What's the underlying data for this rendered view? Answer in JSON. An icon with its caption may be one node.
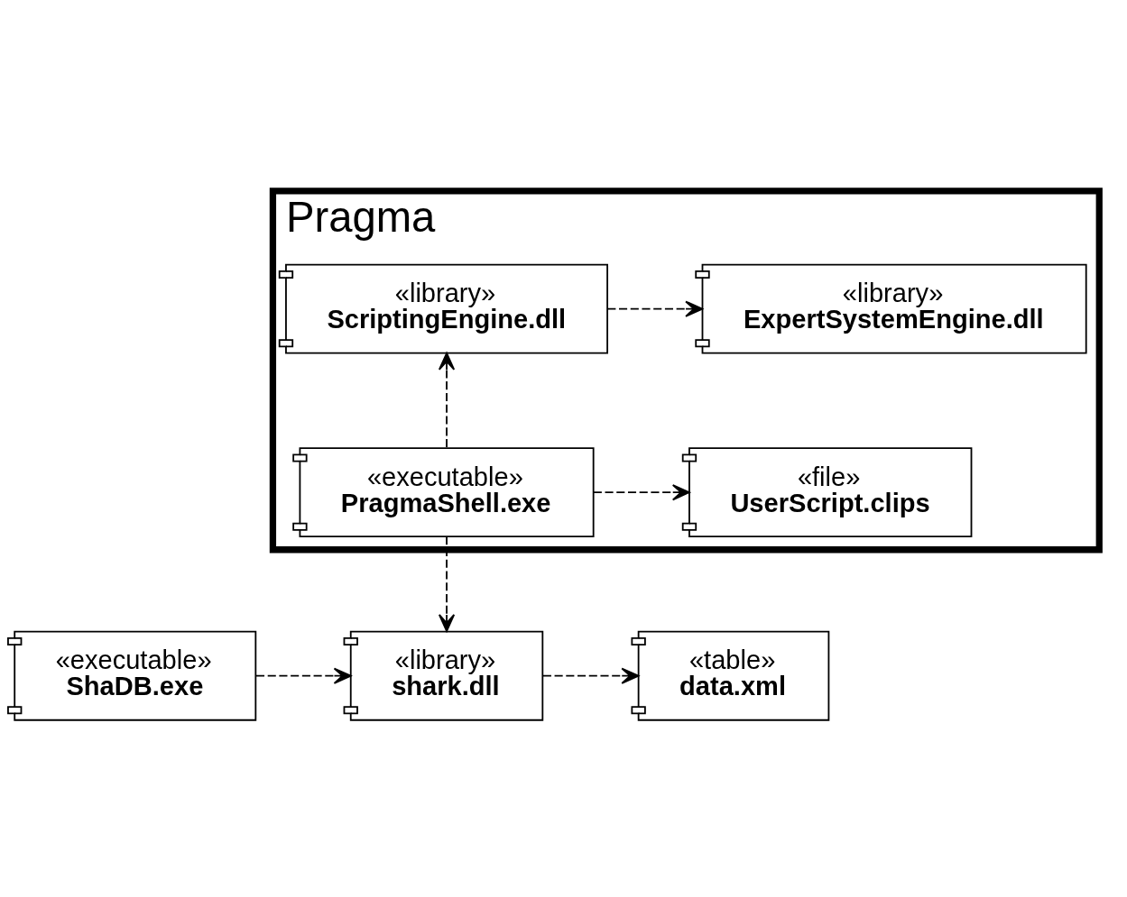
{
  "diagram": {
    "nodes": [
      {
        "text": [
          "Pragma"
        ]
      },
      {
        "text": [
          "«library»",
          "ScriptingEngine.dll"
        ],
        "in": 0
      },
      {
        "text": [
          "«library»",
          "ExpertSystemEngine.dll"
        ],
        "in": 0
      },
      {
        "text": [
          "«executable»",
          "PragmaShell.exe"
        ],
        "in": 0
      },
      {
        "text": [
          "«file»",
          "UserScript.clips"
        ],
        "in": 0
      },
      {
        "text": [
          "«table»",
          "data.xml"
        ]
      },
      {
        "text": [
          "«library»",
          "shark.dll"
        ]
      },
      {
        "text": [
          "«executable»",
          "ShaDB.exe"
        ]
      }
    ],
    "edges": [
      {
        "from": 1,
        "to": 2,
        "arrow": "to",
        "style": "dashed"
      },
      {
        "from": 3,
        "to": 1,
        "arrow": "to",
        "style": "dashed"
      },
      {
        "from": 3,
        "to": 4,
        "arrow": "to",
        "style": "dashed"
      },
      {
        "from": 3,
        "to": 6,
        "arrow": "to",
        "style": "dashed"
      },
      {
        "from": 6,
        "to": 5,
        "arrow": "to",
        "style": "dashed"
      },
      {
        "from": 7,
        "to": 6,
        "arrow": "to",
        "style": "dashed"
      }
    ]
  }
}
